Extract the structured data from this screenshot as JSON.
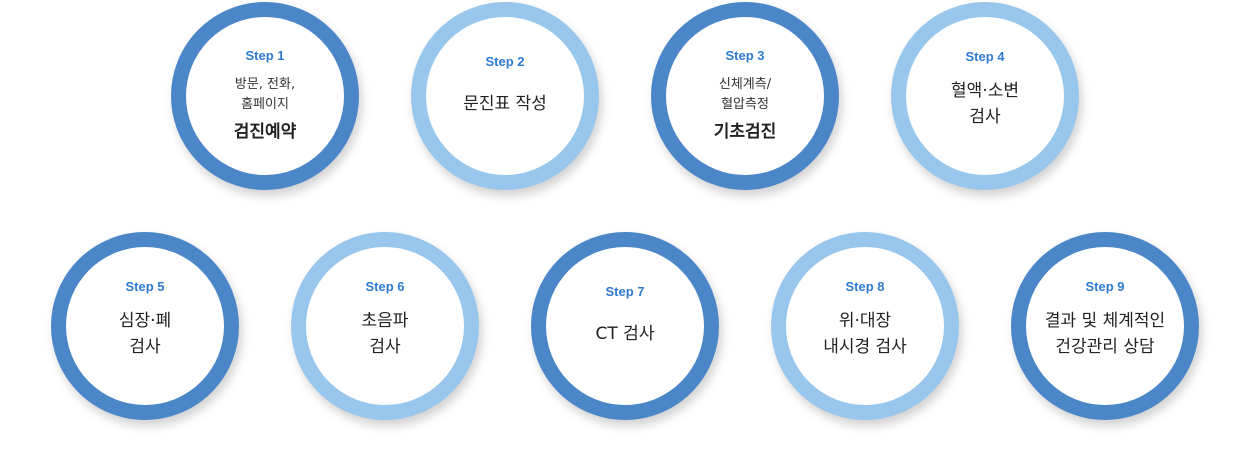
{
  "steps": [
    {
      "label": "Step 1",
      "sub": [
        "방문, 전화,",
        "홈페이지"
      ],
      "main": [
        "검진예약"
      ],
      "color": "#4a86c8"
    },
    {
      "label": "Step 2",
      "sub": [],
      "main": [
        "문진표 작성"
      ],
      "color": "#98c6ec"
    },
    {
      "label": "Step 3",
      "sub": [
        "신체계측/",
        "혈압측정"
      ],
      "main": [
        "기초검진"
      ],
      "color": "#4a86c8"
    },
    {
      "label": "Step 4",
      "sub": [],
      "main": [
        "혈액·소변",
        "검사"
      ],
      "color": "#98c6ec"
    },
    {
      "label": "Step 5",
      "sub": [],
      "main": [
        "심장·폐",
        "검사"
      ],
      "color": "#4a86c8"
    },
    {
      "label": "Step 6",
      "sub": [],
      "main": [
        "초음파",
        "검사"
      ],
      "color": "#98c6ec"
    },
    {
      "label": "Step 7",
      "sub": [],
      "main": [
        "CT 검사"
      ],
      "color": "#4a86c8"
    },
    {
      "label": "Step 8",
      "sub": [],
      "main": [
        "위·대장",
        "내시경 검사"
      ],
      "color": "#98c6ec"
    },
    {
      "label": "Step 9",
      "sub": [],
      "main": [
        "결과 및 체계적인",
        "건강관리 상담"
      ],
      "color": "#4a86c8"
    }
  ]
}
